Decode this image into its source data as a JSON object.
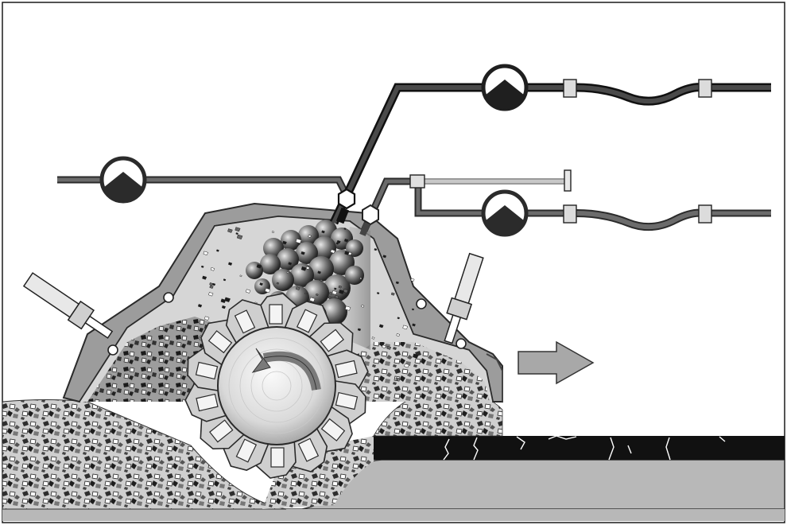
{
  "diagram": {
    "frame_color": "#1a1a1a",
    "colors": {
      "outline": "#2a2a2a",
      "hood": "#9c9c9c",
      "hood_inner": "#d6d6d6",
      "ground": "#b8b8b8",
      "asphalt": "#111111",
      "rubble": "#3a3a3a",
      "pipe_dark": "#2b2b2b",
      "pipe_light": "#bdbdbd",
      "rotor": "#e4e4e4",
      "arrow": "#a8a8a8"
    },
    "components": {
      "pumps": [
        "pump-left",
        "pump-top",
        "pump-lower-right"
      ],
      "flow_direction": "right",
      "rotor_rotation": "counter-clockwise"
    }
  }
}
